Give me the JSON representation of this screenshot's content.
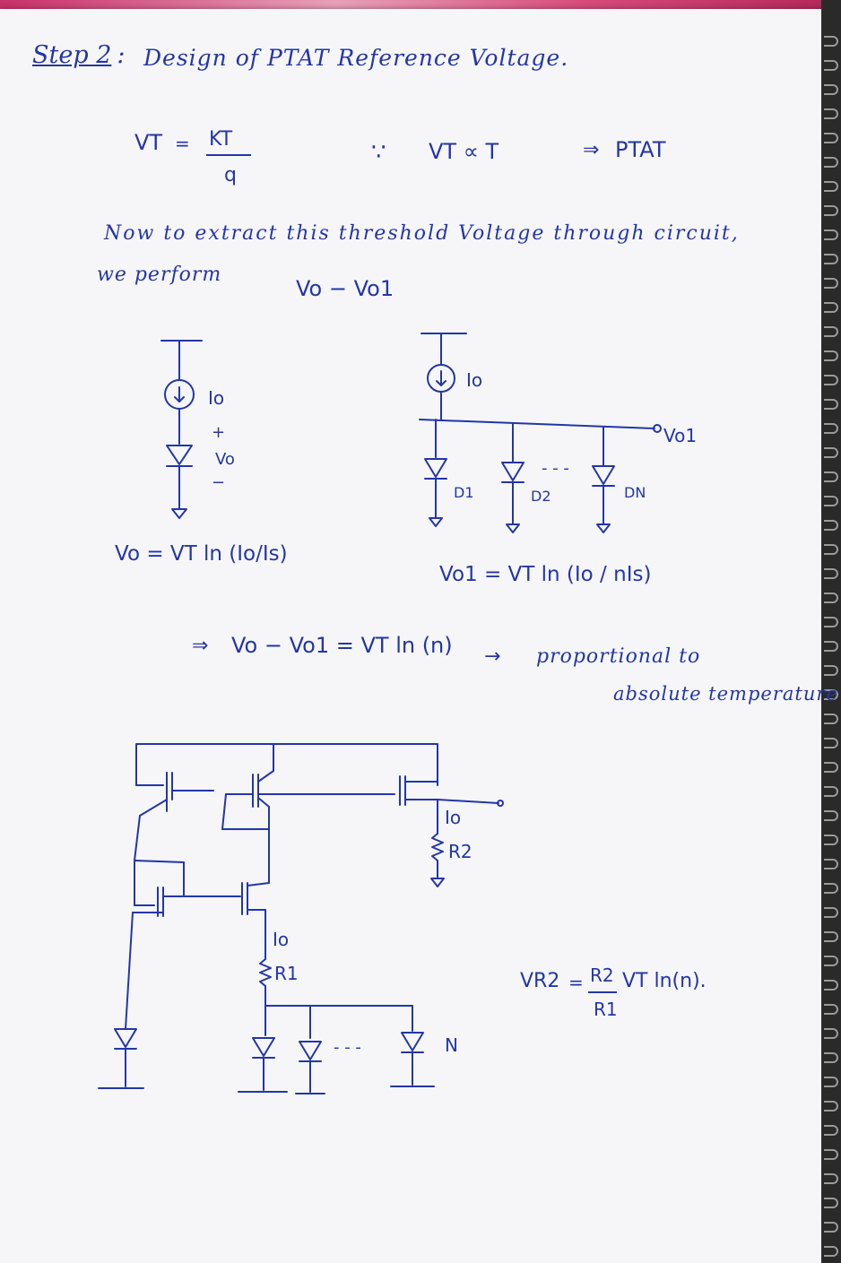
{
  "heading": {
    "step": "Step 2",
    "colon": ":",
    "title": "Design of PTAT Reference Voltage."
  },
  "formula1": {
    "lhs": "VT",
    "eq": "=",
    "num": "KT",
    "den": "q"
  },
  "formula2": {
    "because": "∵",
    "expr": "VT ∝ T",
    "arrow": "⇒",
    "result": "PTAT"
  },
  "paragraph": {
    "line1": "Now to extract this threshold Voltage through circuit,",
    "line2": "we perform",
    "expr": "Vo − Vo1"
  },
  "circuit1": {
    "source_label": "Io",
    "plus": "+",
    "minus": "−",
    "voltage": "Vo",
    "equation": "Vo = VT ln (Io/Is)"
  },
  "circuit2": {
    "source_label": "Io",
    "output": "Vo1",
    "d1": "D1",
    "d2": "D2",
    "dots": "- - -",
    "dn": "DN",
    "equation": "Vo1 = VT ln (Io / nIs)"
  },
  "result": {
    "arrow": "⇒",
    "expr": "Vo − Vo1 = VT ln (n)",
    "arrow2": "→",
    "text1": "proportional to",
    "text2": "absolute temperature"
  },
  "circuit3": {
    "io_top": "Io",
    "r2": "R2",
    "io_bottom": "Io",
    "r1": "R1",
    "n_label": "N",
    "dots": "- - -"
  },
  "final": {
    "lhs": "VR2",
    "eq": "=",
    "num": "R2",
    "den": "R1",
    "rest": "VT ln(n)."
  }
}
